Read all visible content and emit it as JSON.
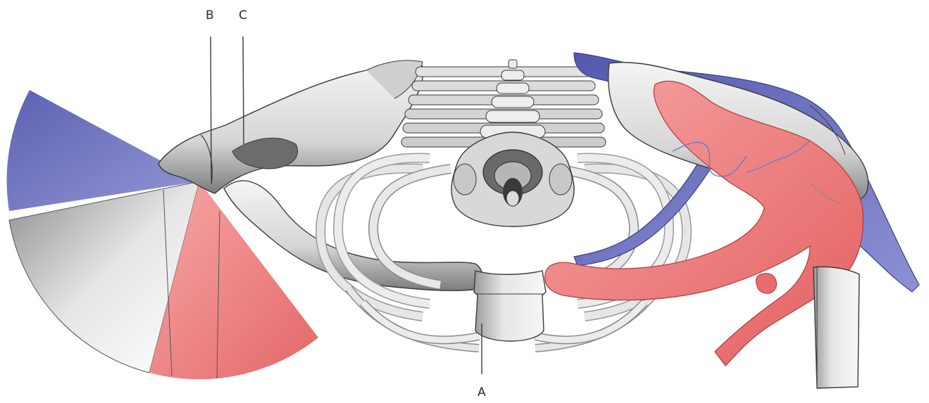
{
  "labels": {
    "a": "A",
    "b": "B",
    "c": "C"
  },
  "colors": {
    "blue": "#6b6fc2",
    "red": "#ef7b7b",
    "bone": "#e3e3e3",
    "bone_shadow": "#8a8a8a",
    "outline": "#3a3a3a"
  }
}
